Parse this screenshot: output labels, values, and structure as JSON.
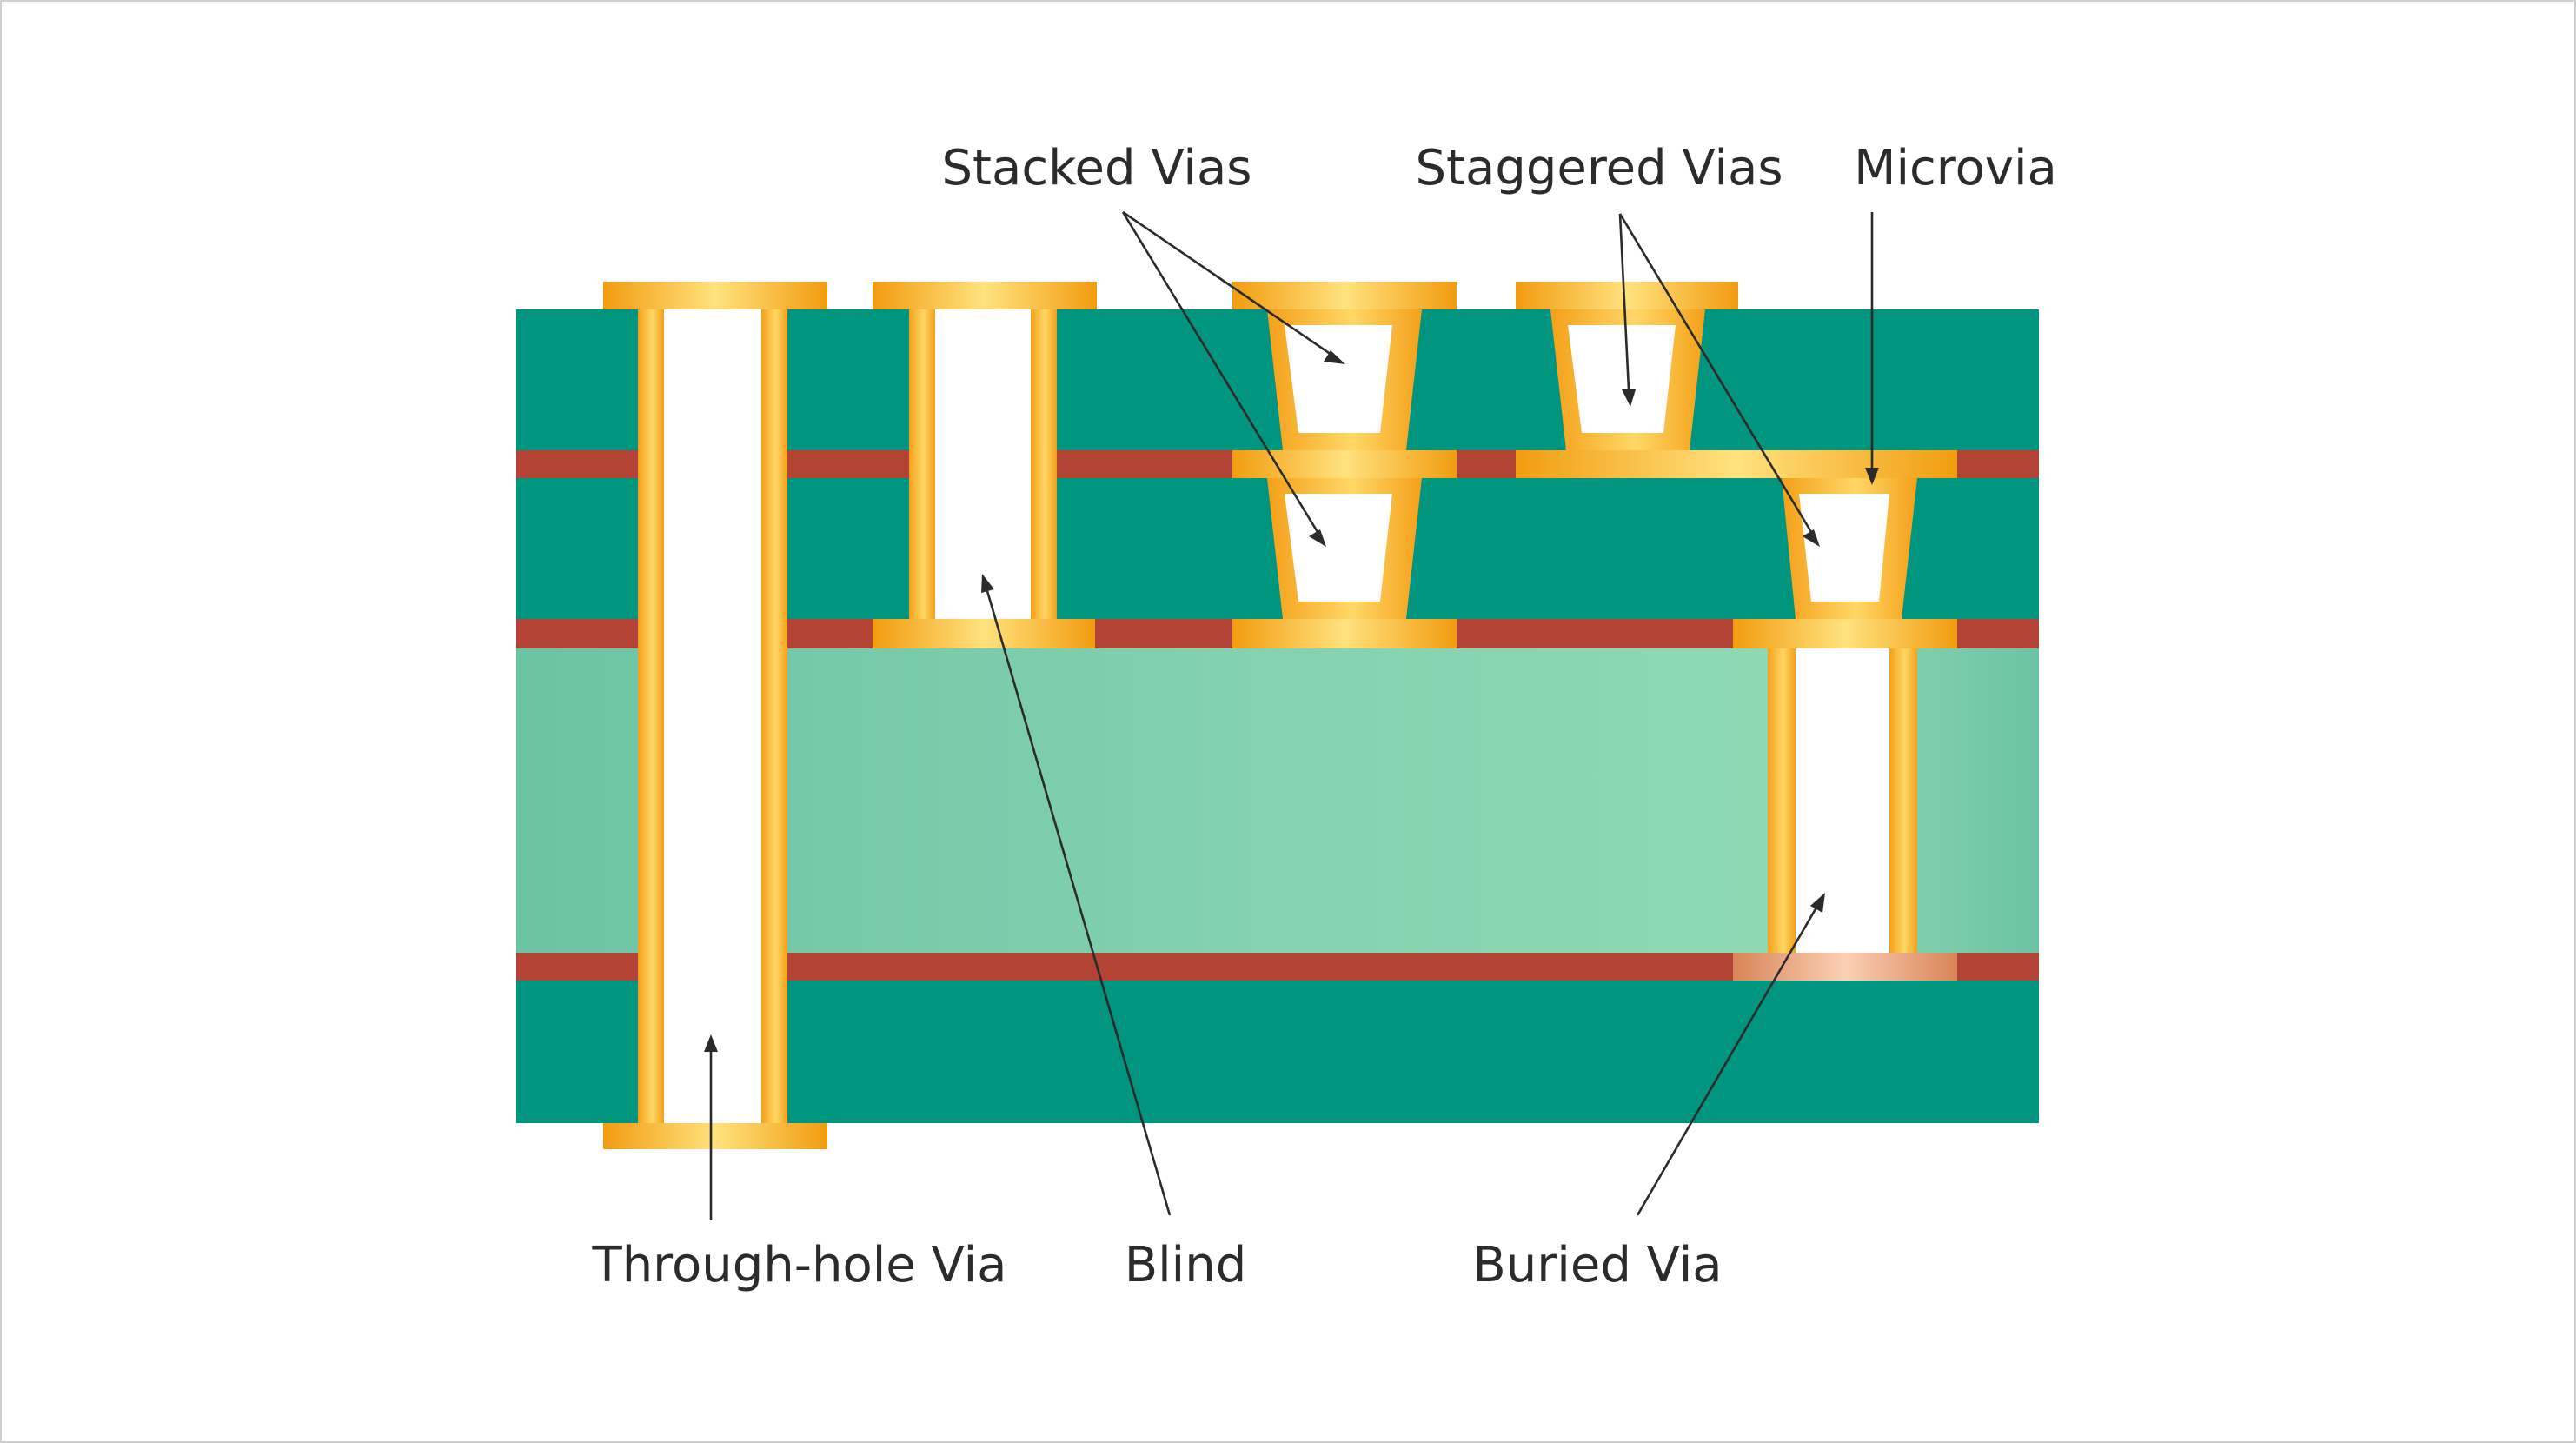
{
  "diagram": {
    "labels": {
      "stacked_vias": "Stacked Vias",
      "staggered_vias": "Staggered Vias",
      "microvia": "Microvia",
      "through_hole_via": "Through-hole Via",
      "blind": "Blind",
      "buried_via": "Buried Via"
    },
    "colors": {
      "outer_layer": "#00957e",
      "core_layer": "#7fcfae",
      "copper_trace": "#b34334",
      "via_gold": "#f5a81c",
      "via_gold_light": "#ffe07a",
      "buried_pad": "#e9a27c",
      "text": "#2b2b2b",
      "border": "#cfcfcf"
    }
  }
}
